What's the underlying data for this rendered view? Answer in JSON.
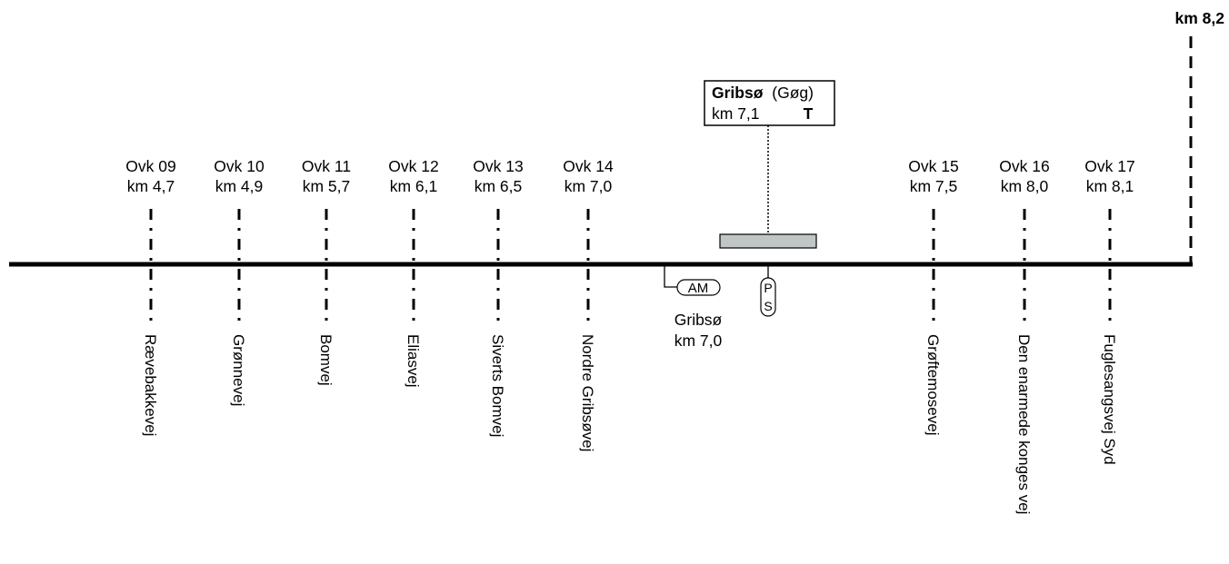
{
  "end_marker": {
    "km": "km 8,2"
  },
  "station": {
    "name": "Gribsø",
    "code": "(Gøg)",
    "km": "km 7,1",
    "type": "T",
    "platform_icon_label": "P",
    "platform_icon_label2": "S"
  },
  "am_marker": {
    "label": "AM",
    "name": "Gribsø",
    "km": "km 7,0"
  },
  "crossings": [
    {
      "id": "Ovk 09",
      "km": "km 4,7",
      "road": "Rævebakkevej"
    },
    {
      "id": "Ovk 10",
      "km": "km 4,9",
      "road": "Grønnevej"
    },
    {
      "id": "Ovk 11",
      "km": "km 5,7",
      "road": "Bomvej"
    },
    {
      "id": "Ovk 12",
      "km": "km 6,1",
      "road": "Eliasvej"
    },
    {
      "id": "Ovk 13",
      "km": "km 6,5",
      "road": "Siverts Bomvej"
    },
    {
      "id": "Ovk 14",
      "km": "km 7,0",
      "road": "Nordre Gribsøvej"
    },
    {
      "id": "Ovk 15",
      "km": "km 7,5",
      "road": "Grøftemosevej"
    },
    {
      "id": "Ovk 16",
      "km": "km 8,0",
      "road": "Den enarmede konges vej"
    },
    {
      "id": "Ovk 17",
      "km": "km 8,1",
      "road": "Fuglesangsvej Syd"
    }
  ],
  "colors": {
    "line": "#000000",
    "platform": "#c0c6c6",
    "background": "#ffffff"
  }
}
